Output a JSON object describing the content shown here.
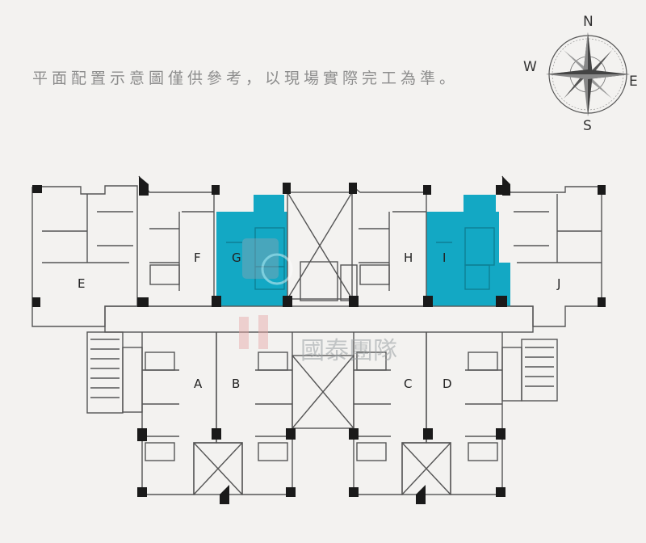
{
  "disclaimer": "平面配置示意圖僅供參考，以現場實際完工為準。",
  "compass": {
    "north": "N",
    "south": "S",
    "east": "E",
    "west": "W"
  },
  "units": {
    "A": "A",
    "B": "B",
    "C": "C",
    "D": "D",
    "E": "E",
    "F": "F",
    "G": "G",
    "H": "H",
    "I": "I",
    "J": "J"
  },
  "highlighted_units": [
    "G",
    "I"
  ],
  "colors": {
    "highlight": "#13a8c4",
    "wall": "#1a1a1a",
    "line": "#555555",
    "background": "#f3f2f0"
  },
  "watermark": {
    "text": "國泰團隊"
  }
}
